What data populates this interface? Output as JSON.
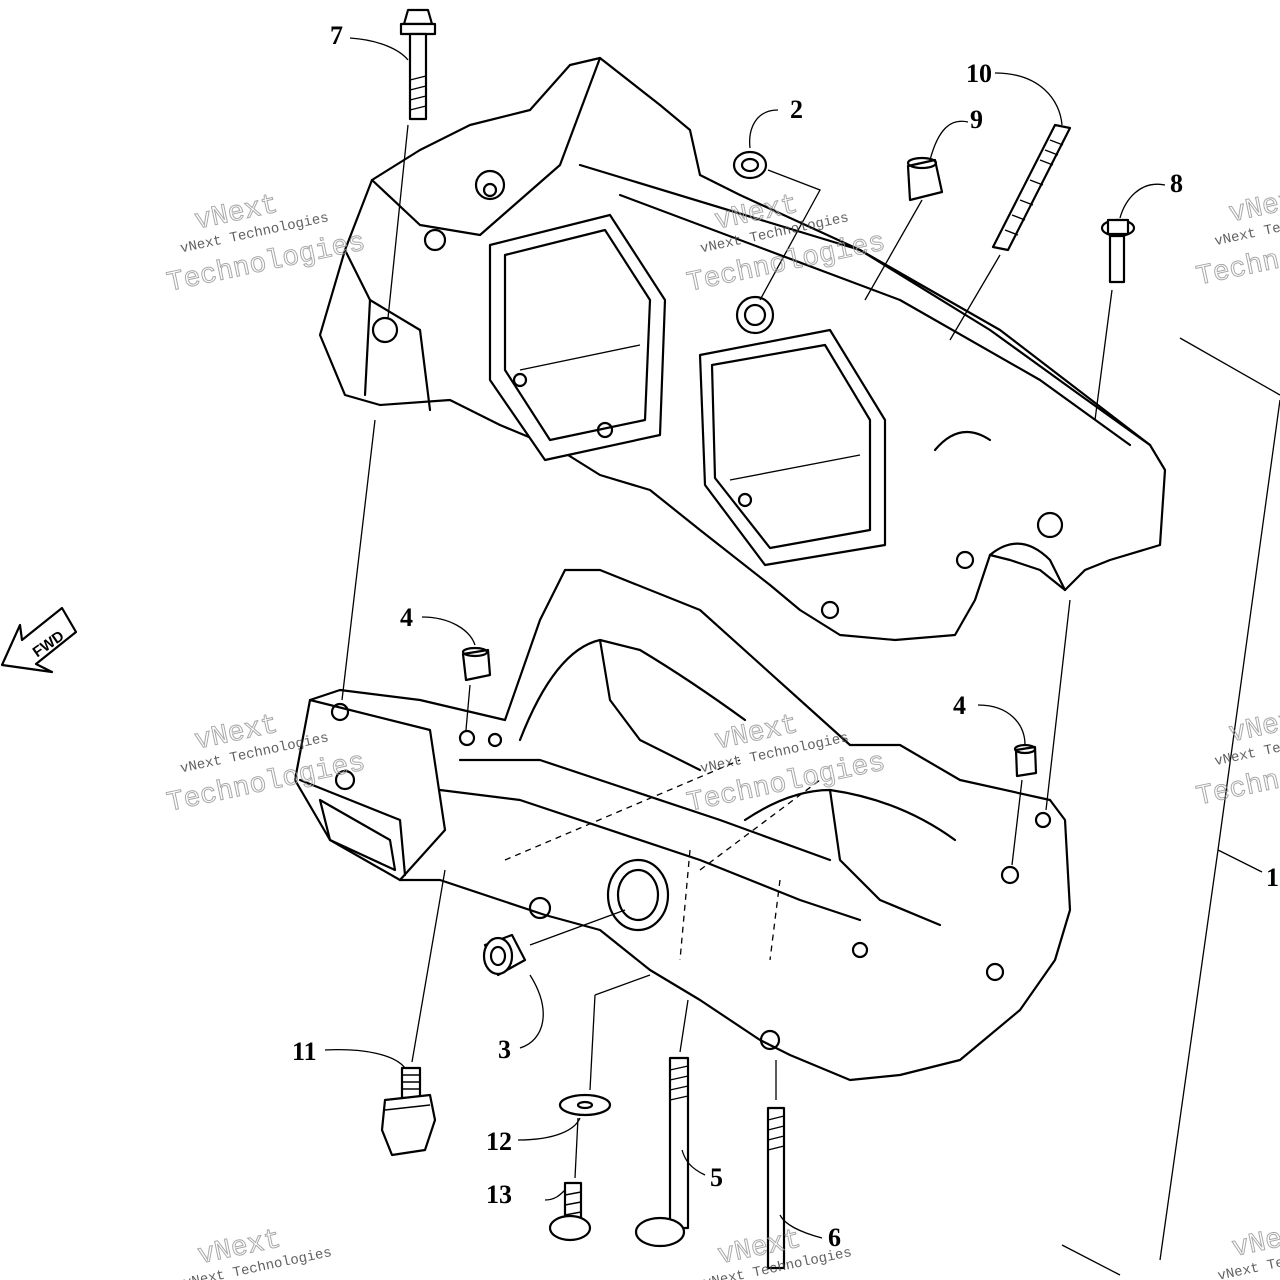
{
  "callouts": {
    "c1": "1",
    "c2": "2",
    "c3": "3",
    "c4a": "4",
    "c4b": "4",
    "c5": "5",
    "c6": "6",
    "c7": "7",
    "c8": "8",
    "c9": "9",
    "c10": "10",
    "c11": "11",
    "c12": "12",
    "c13": "13"
  },
  "fwd_label": "FWD",
  "watermark": {
    "line1": "vNext",
    "line2": "Technologies",
    "small": "vNext Technologies"
  },
  "icons": {
    "direction": "fwd-arrow-icon"
  }
}
